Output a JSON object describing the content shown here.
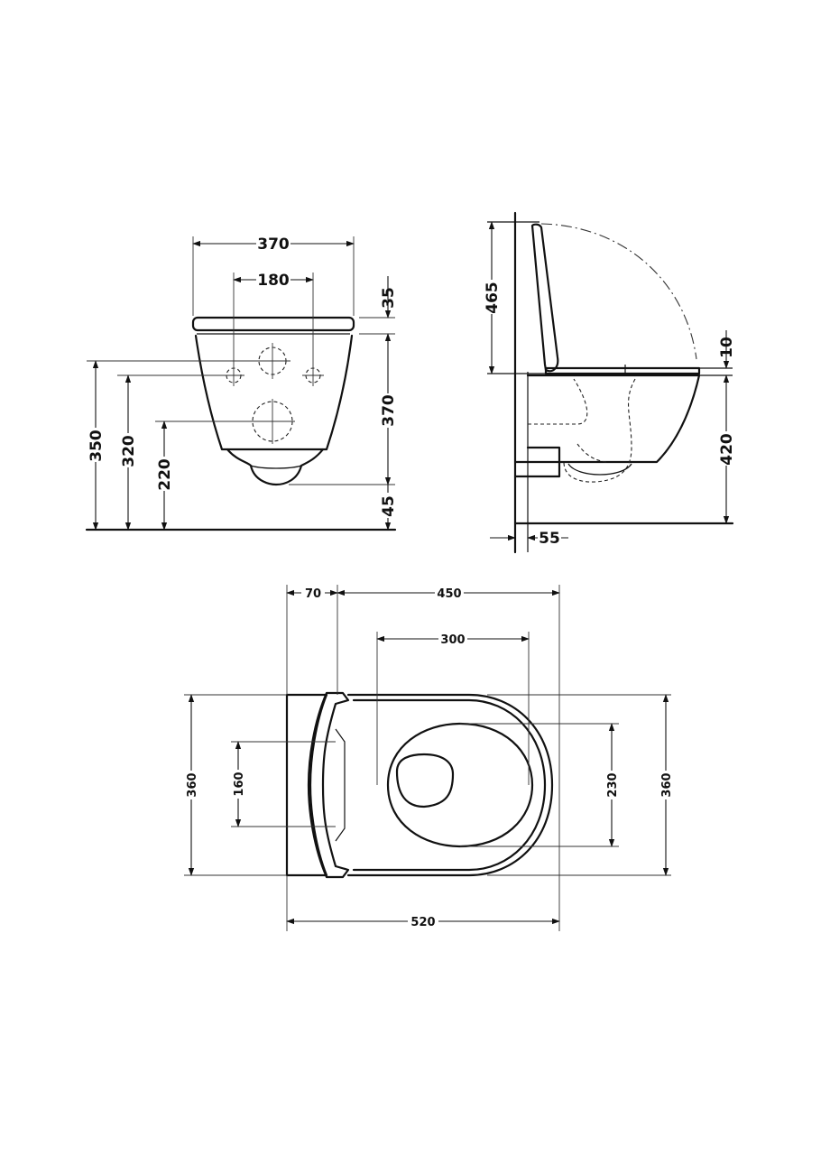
{
  "front_view": {
    "overall_width": "370",
    "fixing_spacing": "180",
    "seat_thickness": "35",
    "bowl_height": "370",
    "floor_clearance": "45",
    "height_350": "350",
    "height_320": "320",
    "height_220": "220"
  },
  "side_view": {
    "lid_height": "465",
    "seat_gap": "10",
    "rim_height": "420",
    "wall_gap": "55"
  },
  "top_view": {
    "bracket_depth": "70",
    "projection": "450",
    "bowl_opening": "300",
    "width_left": "360",
    "hinge_spacing": "160",
    "opening_width": "230",
    "width_right": "360",
    "overall_length": "520"
  },
  "colors": {
    "line": "#111111",
    "background": "#ffffff"
  }
}
